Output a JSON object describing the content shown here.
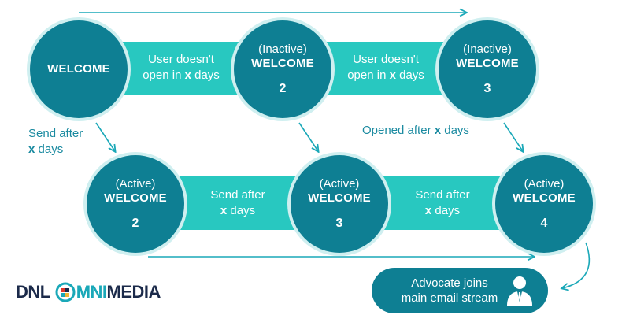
{
  "colors": {
    "node_fill": "#0e7f93",
    "node_ring": "#cfeff0",
    "band": "#28c8c0",
    "accent_text": "#1a8aa0",
    "arrow": "#1aa8b8",
    "logo_dark": "#1b2a4a",
    "logo_teal": "#1aa8b8"
  },
  "row1": {
    "nodes": [
      {
        "state": "",
        "title": "WELCOME",
        "num": ""
      },
      {
        "state": "(Inactive)",
        "title": "WELCOME",
        "num": "2"
      },
      {
        "state": "(Inactive)",
        "title": "WELCOME",
        "num": "3"
      }
    ],
    "labels": [
      {
        "line1": "User doesn't",
        "line2_pre": "open in ",
        "line2_bold": "x",
        "line2_post": " days"
      },
      {
        "line1": "User doesn't",
        "line2_pre": "open in ",
        "line2_bold": "x",
        "line2_post": " days"
      }
    ]
  },
  "row2": {
    "nodes": [
      {
        "state": "(Active)",
        "title": "WELCOME",
        "num": "2"
      },
      {
        "state": "(Active)",
        "title": "WELCOME",
        "num": "3"
      },
      {
        "state": "(Active)",
        "title": "WELCOME",
        "num": "4"
      }
    ],
    "labels": [
      {
        "line1": "Send after",
        "line2_pre": "",
        "line2_bold": "x",
        "line2_post": " days"
      },
      {
        "line1": "Send after",
        "line2_pre": "",
        "line2_bold": "x",
        "line2_post": " days"
      }
    ]
  },
  "notes": {
    "send_after": {
      "line1": "Send after",
      "bold": "x",
      "rest": " days"
    },
    "opened_after": {
      "pre": "Opened after ",
      "bold": "x",
      "post": " days"
    }
  },
  "endpoint": {
    "line1": "Advocate joins",
    "line2": "main email stream",
    "icon": "person-icon"
  },
  "logo": {
    "part1": "DNL",
    "glyph": "O",
    "part2": "MNI",
    "part3": "MEDIA",
    "icon": "globe-icon"
  }
}
